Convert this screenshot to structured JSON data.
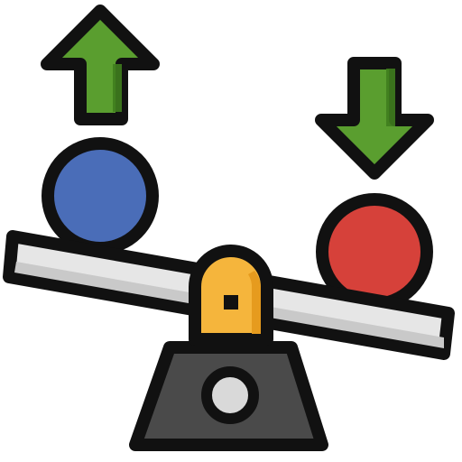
{
  "icon": {
    "name": "seesaw-balance-illustration",
    "colors": {
      "outline": "#111111",
      "arrow_fill": "#5a9e2f",
      "arrow_shade": "#3f7d1e",
      "left_ball_fill": "#4a6db8",
      "left_ball_shade": "#2f4f94",
      "right_ball_fill": "#d6413a",
      "right_ball_shade": "#b12a23",
      "plank_fill": "#e6e6e6",
      "plank_shade": "#c9c9c9",
      "pivot_fill": "#f5b53c",
      "pivot_shade": "#e69b1e",
      "base_fill": "#4a4a4a",
      "bolt_fill": "#d9d9d9",
      "background": "#ffffff"
    },
    "parts": {
      "up_arrow": "arrow-up-icon",
      "down_arrow": "arrow-down-icon",
      "left_ball": "ball-icon",
      "right_ball": "ball-icon",
      "plank": "plank",
      "pivot": "pivot",
      "base": "base"
    }
  }
}
